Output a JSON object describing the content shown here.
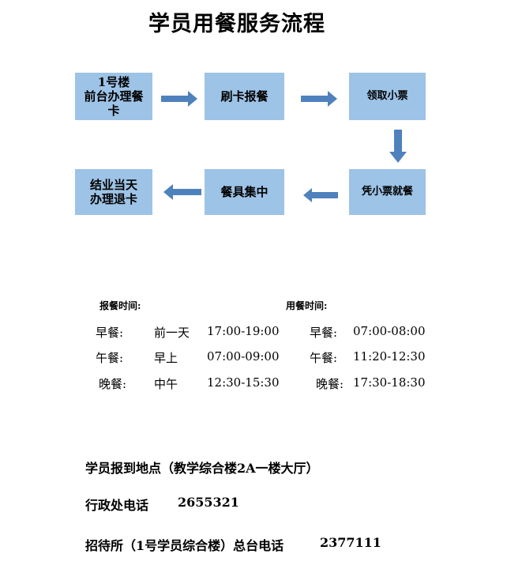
{
  "title": "学员用餐服务流程",
  "colors": {
    "box": "#9dc3e6",
    "arrow": "#4f81bd"
  },
  "flow": {
    "step1": {
      "line1": "1号楼",
      "line2": "前台办理餐",
      "line3": "卡"
    },
    "step2": "刷卡报餐",
    "step3": "领取小票",
    "step4": "凭小票就餐",
    "step5": "餐具集中",
    "step6": {
      "line1": "结业当天",
      "line2": "办理退卡"
    }
  },
  "schedule": {
    "report_header": "报餐时间:",
    "dining_header": "用餐时间:",
    "rows": [
      {
        "meal": "早餐:",
        "day": "前一天",
        "report": "17:00-19:00",
        "meal2": "早餐:",
        "dine": "07:00-08:00"
      },
      {
        "meal": "午餐:",
        "day": "早上",
        "report": "07:00-09:00",
        "meal2": "午餐:",
        "dine": "11:20-12:30"
      },
      {
        "meal": "晚餐:",
        "day": "中午",
        "report": "12:30-15:30",
        "meal2": "晚餐:",
        "dine": "17:30-18:30"
      }
    ]
  },
  "info": {
    "location": "学员报到地点（教学综合楼2A一楼大厅）",
    "admin_label": "行政处电话",
    "admin_phone": "2655321",
    "reception_label": "招待所（1号学员综合楼）总台电话",
    "reception_phone": "2377111"
  }
}
